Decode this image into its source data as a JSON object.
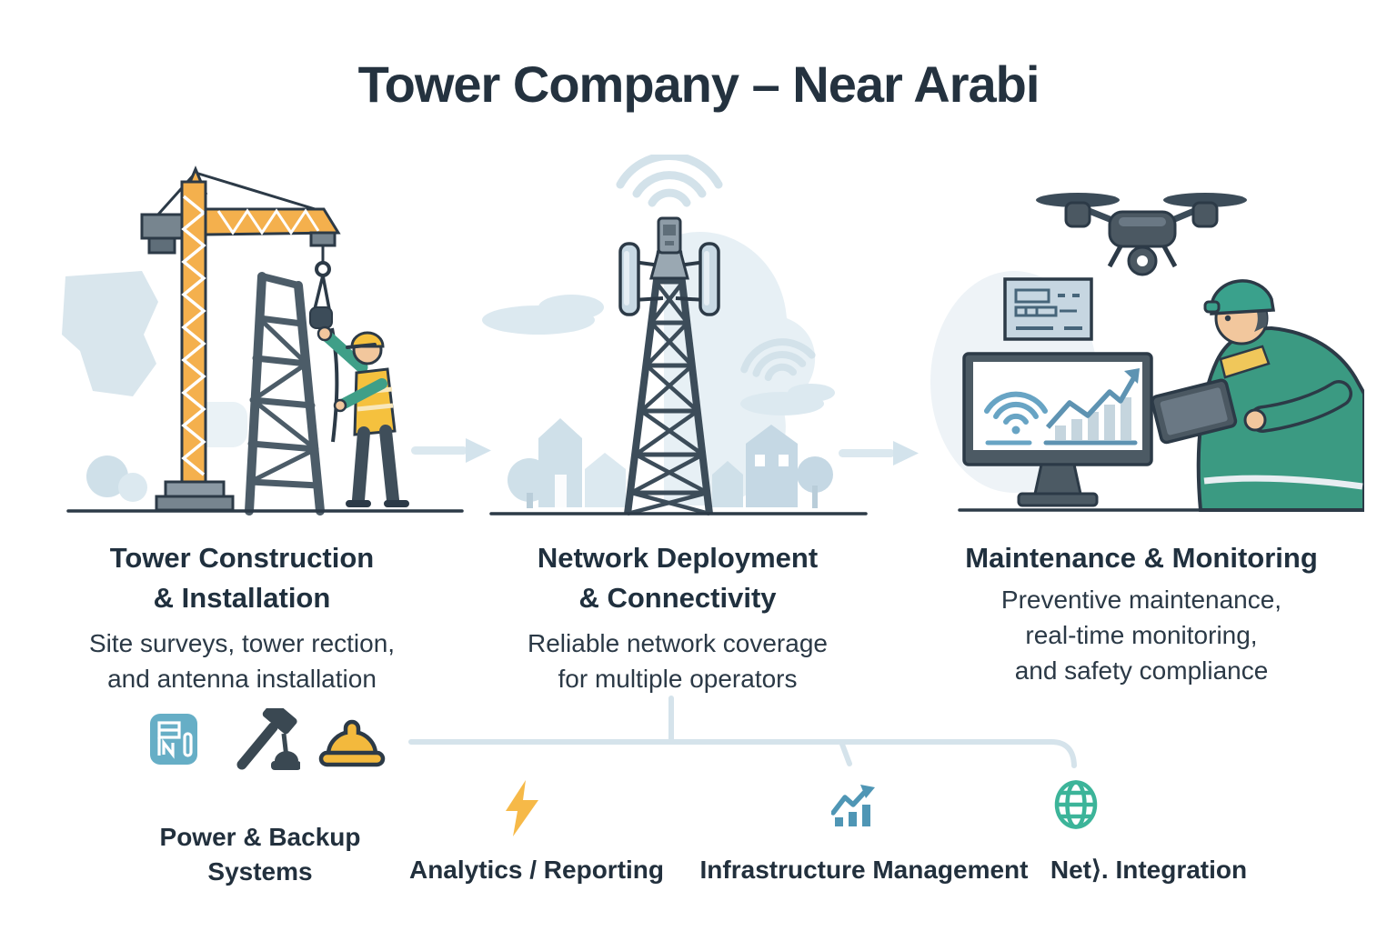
{
  "title": "Tower Company – Near Arabi",
  "sections": [
    {
      "heading": [
        "Tower Construction",
        "& Installation"
      ],
      "description": [
        "Site surveys, tower rection,",
        "and antenna installation"
      ],
      "illustration": "construction-scene"
    },
    {
      "heading": [
        "Network Deployment",
        "& Connectivity"
      ],
      "description": [
        "Reliable network coverage",
        "for multiple operators"
      ],
      "illustration": "telecom-tower-scene"
    },
    {
      "heading": [
        "Maintenance & Monitoring"
      ],
      "description": [
        "Preventive maintenance,",
        "real-time monitoring,",
        "and safety compliance"
      ],
      "illustration": "monitoring-scene"
    }
  ],
  "flow": {
    "arrow_icon": "right-arrow-icon",
    "arrow_count": 2
  },
  "services": [
    {
      "icons": [
        "power-meter-icon",
        "hammer-icon",
        "hard-hat-icon"
      ],
      "label": [
        "Power & Backup",
        "Systems"
      ]
    },
    {
      "icons": [
        "lightning-icon"
      ],
      "label": [
        "Analytics / Reporting"
      ]
    },
    {
      "icons": [
        "growth-chart-icon"
      ],
      "label": [
        "Infrastructure Management"
      ]
    },
    {
      "icons": [
        "globe-icon"
      ],
      "label": [
        "Net⟩. Integration"
      ]
    }
  ],
  "illustrations": [
    {
      "name": "construction-scene",
      "elements": [
        "tower-crane",
        "lattice-tower-section",
        "construction-worker",
        "map-silhouette",
        "trees"
      ]
    },
    {
      "name": "telecom-tower-scene",
      "elements": [
        "telecom-tower",
        "antenna-panels",
        "wifi-signals",
        "houses",
        "trees",
        "clouds"
      ]
    },
    {
      "name": "monitoring-scene",
      "elements": [
        "drone",
        "data-card",
        "monitor-with-wifi-and-chart",
        "technician-with-tablet"
      ]
    }
  ],
  "colors": {
    "background": "#ffffff",
    "heading_text": "#20303e",
    "body_text": "#2b3946",
    "dark_outline": "#2c3a47",
    "crane_orange": "#f4b04d",
    "safety_yellow": "#f3b93d",
    "worker_green": "#3f9f88",
    "jacket_green": "#3b9a82",
    "silhouette_blue": "#cfe0e9",
    "connector_line": "#d5e3eb",
    "arrow_blue": "#dbe8ef",
    "icon_teal_square": "#66aec6",
    "icon_slate": "#3a4852",
    "lightning_yellow": "#f6b948",
    "chart_blue": "#4f96b5",
    "globe_teal": "#3cb499",
    "screen_wifi_blue": "#68a4c4"
  }
}
